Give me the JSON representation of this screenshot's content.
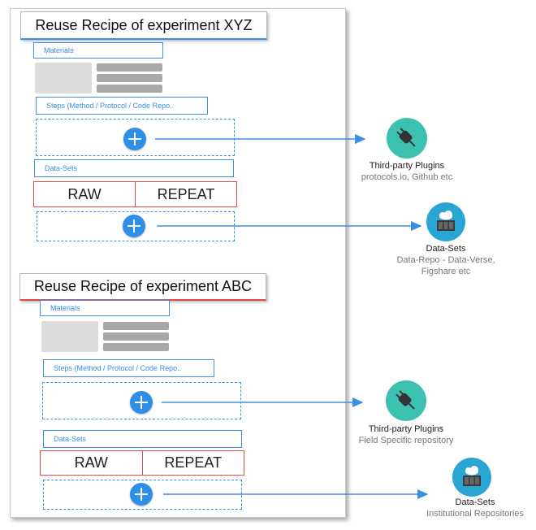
{
  "recipe1": {
    "title": "Reuse Recipe of experiment XYZ",
    "materials_label": "Materials",
    "steps_label": "Steps (Method / Protocol / Code Repo..",
    "datasets_label": "Data-Sets",
    "raw_label": "RAW",
    "repeat_label": "REPEAT"
  },
  "recipe2": {
    "title": "Reuse Recipe of experiment ABC",
    "materials_label": "Materials",
    "steps_label": "Steps (Method / Protocol / Code Repo..",
    "datasets_label": "Data-Sets",
    "raw_label": "RAW",
    "repeat_label": "REPEAT"
  },
  "targets": [
    {
      "icon": "plug-icon",
      "title": "Third-party Plugins",
      "subtitle": "protocols.io, Github etc"
    },
    {
      "icon": "cloud-server-icon",
      "title": "Data-Sets",
      "subtitle": "Data-Repo - Data-Verse,",
      "subtitle2": "Figshare etc"
    },
    {
      "icon": "plug-icon",
      "title": "Third-party Plugins",
      "subtitle": "Field Specific repository"
    },
    {
      "icon": "cloud-server-icon",
      "title": "Data-Sets",
      "subtitle": "Institutional Repositories"
    }
  ],
  "colors": {
    "accent_blue": "#3a8ee6",
    "accent_red": "#e04a4a",
    "plugin_teal": "#3cc0b0",
    "dataset_blue": "#29a5d4"
  }
}
